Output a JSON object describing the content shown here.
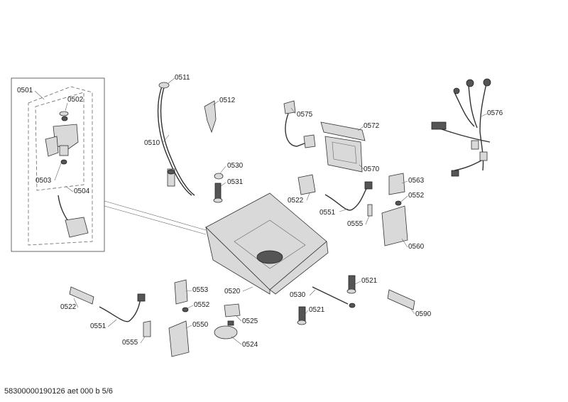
{
  "callouts": {
    "c0501": "0501",
    "c0502": "0502",
    "c0503": "0503",
    "c0504": "0504",
    "c0510": "0510",
    "c0511": "0511",
    "c0512": "0512",
    "c0530a": "0530",
    "c0531": "0531",
    "c0575": "0575",
    "c0572": "0572",
    "c0570": "0570",
    "c0576": "0576",
    "c0563": "0563",
    "c0552a": "0552",
    "c0522a": "0522",
    "c0551a": "0551",
    "c0555a": "0555",
    "c0560": "0560",
    "c0521a": "0521",
    "c0520": "0520",
    "c0530b": "0530",
    "c0521b": "0521",
    "c0590": "0590",
    "c0522b": "0522",
    "c0551b": "0551",
    "c0555b": "0555",
    "c0553": "0553",
    "c0552b": "0552",
    "c0550": "0550",
    "c0525": "0525",
    "c0524": "0524"
  },
  "footer": "58300000190126 aet 000 b 5/6"
}
